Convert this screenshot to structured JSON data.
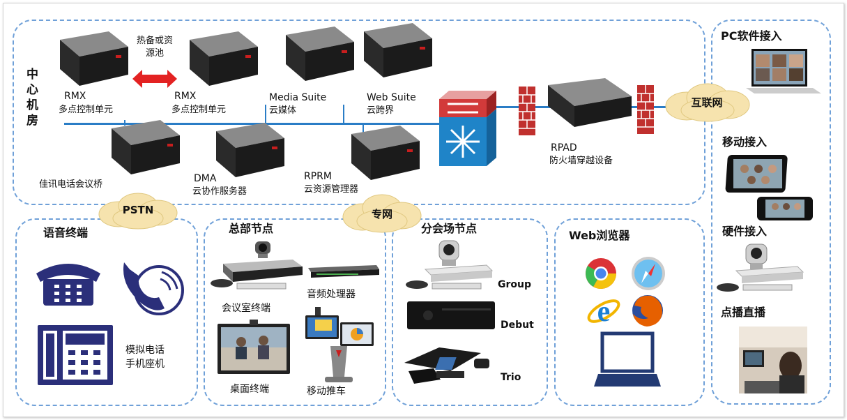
{
  "colors": {
    "zone_border": "#6fa0d8",
    "bus_line": "#2a7dc6",
    "firewall": "#c0302e",
    "cloud": "#f6e3ae",
    "phone_blue": "#2b2f7a",
    "arrow": "#e32222",
    "switch": "#1f84c8"
  },
  "center": {
    "title": "中心机房",
    "hot_standby": "热备或资源池",
    "rmx1_name": "RMX",
    "rmx1_desc": "多点控制单元",
    "rmx2_name": "RMX",
    "rmx2_desc": "多点控制单元",
    "media_name": "Media Suite",
    "media_desc": "云媒体",
    "web_name": "Web Suite",
    "web_desc": "云跨界",
    "bridge_desc": "佳讯电话会议桥",
    "dma_name": "DMA",
    "dma_desc": "云协作服务器",
    "rprm_name": "RPRM",
    "rprm_desc": "云资源管理器",
    "rpad_name": "RPAD",
    "rpad_desc": "防火墙穿越设备"
  },
  "clouds": {
    "internet": "互联网",
    "pstn": "PSTN",
    "private": "专网"
  },
  "voice": {
    "title": "语音终端",
    "analog_line1": "模拟电话",
    "analog_line2": "手机座机"
  },
  "hq": {
    "title": "总部节点",
    "room_terminal": "会议室终端",
    "audio_processor": "音频处理器",
    "desktop_terminal": "桌面终端",
    "mobile_cart": "移动推车"
  },
  "branch": {
    "title": "分会场节点",
    "group": "Group",
    "debut": "Debut",
    "trio": "Trio"
  },
  "web": {
    "title": "Web浏览器"
  },
  "right": {
    "pc": "PC软件接入",
    "mobile": "移动接入",
    "hardware": "硬件接入",
    "vod": "点播直播"
  },
  "icons": [
    "server-icon",
    "firewall-icon",
    "switch-icon",
    "cloud-icon",
    "phone-icon",
    "handset-icon",
    "fax-icon",
    "camera-icon",
    "chrome-icon",
    "safari-icon",
    "ie-icon",
    "firefox-icon",
    "laptop-icon",
    "tablet-icon",
    "smartphone-icon"
  ]
}
